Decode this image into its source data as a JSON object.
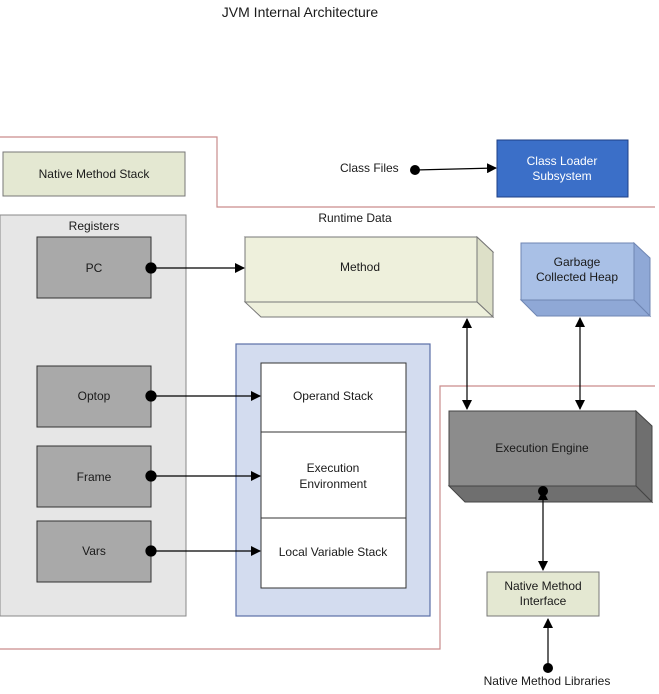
{
  "title": "JVM Internal Architecture",
  "colors": {
    "border_red": "#c98c8c",
    "native_box": "#e4e8d2",
    "class_loader": "#3b6fc8",
    "registers_panel": "#e6e6e6",
    "register_box": "#a9a9a9",
    "method_area": "#eef0dc",
    "heap": "#a9c0e6",
    "stack_panel": "#d3dcef",
    "engine": "#8c8c8c"
  },
  "labels": {
    "native_method_stack": "Native Method Stack",
    "class_files": "Class Files",
    "class_loader_line1": "Class Loader",
    "class_loader_line2": "Subsystem",
    "runtime_data": "Runtime Data",
    "registers": "Registers",
    "method": "Method",
    "heap_line1": "Garbage",
    "heap_line2": "Collected Heap",
    "execution_engine": "Execution Engine",
    "native_interface_line1": "Native Method",
    "native_interface_line2": "Interface",
    "native_libraries": "Native Method Libraries"
  },
  "registers": [
    {
      "label": "PC"
    },
    {
      "label": "Optop"
    },
    {
      "label": "Frame"
    },
    {
      "label": "Vars"
    }
  ],
  "stack": {
    "operand": "Operand Stack",
    "env_line1": "Execution",
    "env_line2": "Environment",
    "local_vars": "Local Variable Stack"
  }
}
